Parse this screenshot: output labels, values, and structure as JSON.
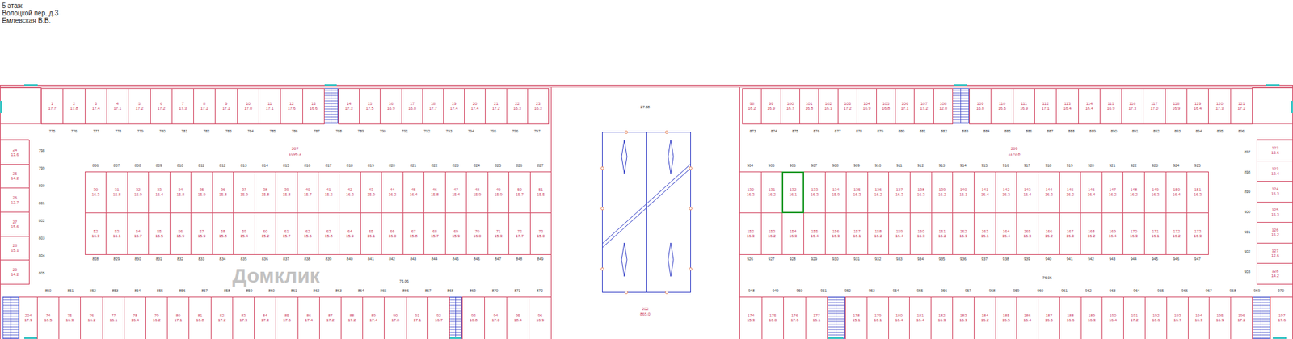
{
  "diagram": {
    "title": "5 этаж",
    "nodes": [
      {
        "text": [
          "1",
          "17.7"
        ]
      },
      {
        "text": [
          "2",
          "17.8"
        ]
      },
      {
        "text": [
          "3",
          "17.4"
        ]
      },
      {
        "text": [
          "4",
          "17.1"
        ]
      },
      {
        "text": [
          "5",
          "17.2"
        ]
      },
      {
        "text": [
          "6",
          "17.2"
        ]
      },
      {
        "text": [
          "7",
          "17.3"
        ]
      },
      {
        "text": [
          "8",
          "17.2"
        ]
      },
      {
        "text": [
          "9",
          "17.2"
        ]
      },
      {
        "text": [
          "10",
          "17.0"
        ]
      },
      {
        "text": [
          "11",
          "17.1"
        ]
      },
      {
        "text": [
          "12",
          "17.6"
        ]
      },
      {
        "text": [
          "13",
          "16.6"
        ]
      },
      {
        "text": [
          "14",
          "17.3"
        ]
      },
      {
        "text": [
          "15",
          "17.5"
        ]
      },
      {
        "text": [
          "16",
          "16.9"
        ]
      },
      {
        "text": [
          "17",
          "16.8"
        ]
      },
      {
        "text": [
          "18",
          "17.7"
        ]
      },
      {
        "text": [
          "19",
          "17.4"
        ]
      },
      {
        "text": [
          "20",
          "17.4"
        ]
      },
      {
        "text": [
          "21",
          "17.2"
        ]
      },
      {
        "text": [
          "22",
          "16.3"
        ]
      },
      {
        "text": [
          "23",
          "16.3"
        ]
      },
      {
        "text": [
          "98",
          "16.2"
        ]
      },
      {
        "text": [
          "99",
          "16.9"
        ]
      },
      {
        "text": [
          "100",
          "16.7"
        ]
      },
      {
        "text": [
          "101",
          "16.8"
        ]
      },
      {
        "text": [
          "102",
          "16.3"
        ]
      },
      {
        "text": [
          "103",
          "17.2"
        ]
      },
      {
        "text": [
          "104",
          "16.9"
        ]
      },
      {
        "text": [
          "105",
          "16.8"
        ]
      },
      {
        "text": [
          "106",
          "17.1"
        ]
      },
      {
        "text": [
          "107",
          "17.2"
        ]
      },
      {
        "text": [
          "108",
          "12.0"
        ]
      },
      {
        "text": [
          "109",
          "16.8"
        ]
      },
      {
        "text": [
          "110",
          "16.6"
        ]
      },
      {
        "text": [
          "111",
          "16.9"
        ]
      },
      {
        "text": [
          "112",
          "17.1"
        ]
      },
      {
        "text": [
          "113",
          "16.4"
        ]
      },
      {
        "text": [
          "114",
          "16.4"
        ]
      },
      {
        "text": [
          "115",
          "16.9"
        ]
      },
      {
        "text": [
          "116",
          "17.3"
        ]
      },
      {
        "text": [
          "117",
          "17.0"
        ]
      },
      {
        "text": [
          "118",
          "16.9"
        ]
      },
      {
        "text": [
          "119",
          "16.4"
        ]
      },
      {
        "text": [
          "120",
          "17.3"
        ]
      },
      {
        "text": [
          "121",
          "17.2"
        ]
      },
      {
        "text": [
          "24",
          "13.6"
        ]
      },
      {
        "text": [
          "25",
          "14.2"
        ]
      },
      {
        "text": [
          "26",
          "12.7"
        ]
      },
      {
        "text": [
          "27",
          "15.6"
        ]
      },
      {
        "text": [
          "28",
          "15.1"
        ]
      },
      {
        "text": [
          "29",
          "14.2"
        ]
      },
      {
        "text": [
          "122",
          "13.6"
        ]
      },
      {
        "text": [
          "123",
          "13.4"
        ]
      },
      {
        "text": [
          "124",
          "15.3"
        ]
      },
      {
        "text": [
          "125",
          "15.3"
        ]
      },
      {
        "text": [
          "126",
          "15.2"
        ]
      },
      {
        "text": [
          "127",
          "12.6"
        ]
      },
      {
        "text": [
          "128",
          "14.2"
        ]
      },
      {
        "text": [
          "30",
          "16.3"
        ]
      },
      {
        "text": [
          "31",
          "15.8"
        ]
      },
      {
        "text": [
          "32",
          "15.9"
        ]
      },
      {
        "text": [
          "33",
          "16.4"
        ]
      },
      {
        "text": [
          "34",
          "15.8"
        ]
      },
      {
        "text": [
          "35",
          "15.9"
        ]
      },
      {
        "text": [
          "36",
          "15.8"
        ]
      },
      {
        "text": [
          "37",
          "15.9"
        ]
      },
      {
        "text": [
          "38",
          "15.8"
        ]
      },
      {
        "text": [
          "39",
          "15.8"
        ]
      },
      {
        "text": [
          "40",
          "15.7"
        ]
      },
      {
        "text": [
          "41",
          "15.2"
        ]
      },
      {
        "text": [
          "42",
          "16.3"
        ]
      },
      {
        "text": [
          "43",
          "15.9"
        ]
      },
      {
        "text": [
          "44",
          "16.2"
        ]
      },
      {
        "text": [
          "45",
          "16.4"
        ]
      },
      {
        "text": [
          "46",
          "15.8"
        ]
      },
      {
        "text": [
          "47",
          "15.4"
        ]
      },
      {
        "text": [
          "48",
          "15.9"
        ]
      },
      {
        "text": [
          "49",
          "15.9"
        ]
      },
      {
        "text": [
          "50",
          "15.7"
        ]
      },
      {
        "text": [
          "51",
          "15.5"
        ]
      },
      {
        "text": [
          "130",
          "16.3"
        ]
      },
      {
        "text": [
          "131",
          "16.2"
        ]
      },
      {
        "text": [
          "132",
          "16.1"
        ]
      },
      {
        "text": [
          "133",
          "16.3"
        ]
      },
      {
        "text": [
          "134",
          "15.9"
        ]
      },
      {
        "text": [
          "135",
          "16.3"
        ]
      },
      {
        "text": [
          "136",
          "16.2"
        ]
      },
      {
        "text": [
          "137",
          "16.3"
        ]
      },
      {
        "text": [
          "138",
          "16.3"
        ]
      },
      {
        "text": [
          "139",
          "16.2"
        ]
      },
      {
        "text": [
          "140",
          "16.1"
        ]
      },
      {
        "text": [
          "141",
          "16.4"
        ]
      },
      {
        "text": [
          "142",
          "16.3"
        ]
      },
      {
        "text": [
          "143",
          "16.4"
        ]
      },
      {
        "text": [
          "144",
          "16.3"
        ]
      },
      {
        "text": [
          "145",
          "16.2"
        ]
      },
      {
        "text": [
          "146",
          "16.4"
        ]
      },
      {
        "text": [
          "147",
          "16.2"
        ]
      },
      {
        "text": [
          "148",
          "16.2"
        ]
      },
      {
        "text": [
          "149",
          "16.3"
        ]
      },
      {
        "text": [
          "150",
          "16.4"
        ]
      },
      {
        "text": [
          "151",
          "16.3"
        ]
      },
      {
        "text": [
          "52",
          "16.3"
        ]
      },
      {
        "text": [
          "53",
          "16.1"
        ]
      },
      {
        "text": [
          "54",
          "15.7"
        ]
      },
      {
        "text": [
          "55",
          "15.5"
        ]
      },
      {
        "text": [
          "56",
          "15.9"
        ]
      },
      {
        "text": [
          "57",
          "15.9"
        ]
      },
      {
        "text": [
          "58",
          "15.8"
        ]
      },
      {
        "text": [
          "59",
          "15.4"
        ]
      },
      {
        "text": [
          "60",
          "15.2"
        ]
      },
      {
        "text": [
          "61",
          "15.7"
        ]
      },
      {
        "text": [
          "62",
          "15.6"
        ]
      },
      {
        "text": [
          "63",
          "15.8"
        ]
      },
      {
        "text": [
          "64",
          "15.9"
        ]
      },
      {
        "text": [
          "65",
          "16.1"
        ]
      },
      {
        "text": [
          "66",
          "16.0"
        ]
      },
      {
        "text": [
          "67",
          "15.8"
        ]
      },
      {
        "text": [
          "68",
          "15.7"
        ]
      },
      {
        "text": [
          "69",
          "15.9"
        ]
      },
      {
        "text": [
          "70",
          "16.0"
        ]
      },
      {
        "text": [
          "71",
          "15.3"
        ]
      },
      {
        "text": [
          "72",
          "17.7"
        ]
      },
      {
        "text": [
          "73",
          "15.0"
        ]
      },
      {
        "text": [
          "152",
          "16.3"
        ]
      },
      {
        "text": [
          "153",
          "16.2"
        ]
      },
      {
        "text": [
          "154",
          "16.3"
        ]
      },
      {
        "text": [
          "155",
          "16.4"
        ]
      },
      {
        "text": [
          "156",
          "16.3"
        ]
      },
      {
        "text": [
          "157",
          "16.1"
        ]
      },
      {
        "text": [
          "158",
          "16.2"
        ]
      },
      {
        "text": [
          "159",
          "16.4"
        ]
      },
      {
        "text": [
          "160",
          "16.3"
        ]
      },
      {
        "text": [
          "161",
          "16.2"
        ]
      },
      {
        "text": [
          "162",
          "16.3"
        ]
      },
      {
        "text": [
          "163",
          "16.1"
        ]
      },
      {
        "text": [
          "164",
          "16.4"
        ]
      },
      {
        "text": [
          "165",
          "16.3"
        ]
      },
      {
        "text": [
          "166",
          "16.2"
        ]
      },
      {
        "text": [
          "167",
          "16.3"
        ]
      },
      {
        "text": [
          "168",
          "16.2"
        ]
      },
      {
        "text": [
          "169",
          "16.4"
        ]
      },
      {
        "text": [
          "170",
          "16.3"
        ]
      },
      {
        "text": [
          "171",
          "16.1"
        ]
      },
      {
        "text": [
          "172",
          "16.2"
        ]
      },
      {
        "text": [
          "173",
          "16.3"
        ]
      },
      {
        "text": [
          "204",
          "17.9"
        ]
      },
      {
        "text": [
          "74",
          "16.5"
        ]
      },
      {
        "text": [
          "75",
          "16.3"
        ]
      },
      {
        "text": [
          "76",
          "16.2"
        ]
      },
      {
        "text": [
          "77",
          "16.1"
        ]
      },
      {
        "text": [
          "78",
          "16.4"
        ]
      },
      {
        "text": [
          "79",
          "16.2"
        ]
      },
      {
        "text": [
          "80",
          "17.1"
        ]
      },
      {
        "text": [
          "81",
          "16.8"
        ]
      },
      {
        "text": [
          "82",
          "17.2"
        ]
      },
      {
        "text": [
          "83",
          "17.3"
        ]
      },
      {
        "text": [
          "84",
          "17.3"
        ]
      },
      {
        "text": [
          "85",
          "17.6"
        ]
      },
      {
        "text": [
          "86",
          "17.4"
        ]
      },
      {
        "text": [
          "87",
          "17.2"
        ]
      },
      {
        "text": [
          "88",
          "17.2"
        ]
      },
      {
        "text": [
          "89",
          "17.4"
        ]
      },
      {
        "text": [
          "90",
          "17.8"
        ]
      },
      {
        "text": [
          "91",
          "17.1"
        ]
      },
      {
        "text": [
          "92",
          "16.7"
        ]
      },
      {
        "text": [
          "93",
          "16.8"
        ]
      },
      {
        "text": [
          "94",
          "17.0"
        ]
      },
      {
        "text": [
          "95",
          "18.4"
        ]
      },
      {
        "text": [
          "96",
          "16.9"
        ]
      },
      {
        "text": [
          "174",
          "15.3"
        ]
      },
      {
        "text": [
          "175",
          "16.0"
        ]
      },
      {
        "text": [
          "176",
          "17.6"
        ]
      },
      {
        "text": [
          "177",
          "16.1"
        ]
      },
      {
        "text": [
          "178",
          "15.1"
        ]
      },
      {
        "text": [
          "179",
          "16.1"
        ]
      },
      {
        "text": [
          "180",
          "16.4"
        ]
      },
      {
        "text": [
          "181",
          "16.4"
        ]
      },
      {
        "text": [
          "182",
          "16.3"
        ]
      },
      {
        "text": [
          "183",
          "16.3"
        ]
      },
      {
        "text": [
          "184",
          "16.2"
        ]
      },
      {
        "text": [
          "185",
          "16.5"
        ]
      },
      {
        "text": [
          "186",
          "16.4"
        ]
      },
      {
        "text": [
          "187",
          "16.5"
        ]
      },
      {
        "text": [
          "188",
          "16.6"
        ]
      },
      {
        "text": [
          "189",
          "16.3"
        ]
      },
      {
        "text": [
          "190",
          "16.4"
        ]
      },
      {
        "text": [
          "191",
          "17.2"
        ]
      },
      {
        "text": [
          "192",
          "16.6"
        ]
      },
      {
        "text": [
          "193",
          "16.7"
        ]
      },
      {
        "text": [
          "194",
          "16.3"
        ]
      },
      {
        "text": [
          "195",
          "16.9"
        ]
      },
      {
        "text": [
          "196",
          "17.2"
        ]
      },
      {
        "text": [
          "197",
          "17.6"
        ]
      }
    ],
    "labels": [
      "Волоцкой пер. д.3",
      "Емлевская В.В.",
      "Домклик",
      "207",
      "1096.3",
      "209",
      "1170.8",
      "202",
      "865.0",
      "27.38",
      "76.06",
      "76.06",
      "775",
      "776",
      "777",
      "778",
      "779",
      "780",
      "781",
      "782",
      "783",
      "784",
      "785",
      "786",
      "787",
      "788",
      "789",
      "790",
      "791",
      "792",
      "793",
      "794",
      "795",
      "796",
      "797",
      "798",
      "799",
      "800",
      "801",
      "802",
      "803",
      "804",
      "805",
      "806",
      "807",
      "808",
      "809",
      "810",
      "811",
      "812",
      "813",
      "814",
      "815",
      "816",
      "817",
      "818",
      "819",
      "820",
      "821",
      "822",
      "823",
      "824",
      "825",
      "826",
      "827",
      "828",
      "829",
      "830",
      "831",
      "832",
      "833",
      "834",
      "835",
      "836",
      "837",
      "838",
      "839",
      "840",
      "841",
      "842",
      "843",
      "844",
      "845",
      "846",
      "847",
      "848",
      "849",
      "850",
      "851",
      "852",
      "853",
      "854",
      "855",
      "856",
      "857",
      "858",
      "859",
      "860",
      "861",
      "862",
      "863",
      "864",
      "865",
      "866",
      "867",
      "868",
      "869",
      "870",
      "871",
      "872",
      "873",
      "874",
      "875",
      "876",
      "877",
      "878",
      "879",
      "880",
      "881",
      "882",
      "883",
      "884",
      "885",
      "886",
      "887",
      "888",
      "889",
      "890",
      "891",
      "892",
      "893",
      "894",
      "895",
      "896",
      "897",
      "898",
      "899",
      "900",
      "901",
      "902",
      "903",
      "904",
      "905",
      "906",
      "907",
      "908",
      "909",
      "910",
      "911",
      "912",
      "913",
      "914",
      "915",
      "916",
      "917",
      "918",
      "919",
      "920",
      "921",
      "922",
      "923",
      "924",
      "925",
      "926",
      "927",
      "928",
      "929",
      "930",
      "931",
      "932",
      "933",
      "934",
      "935",
      "936",
      "937",
      "938",
      "939",
      "940",
      "941",
      "942",
      "943",
      "944",
      "945",
      "946",
      "947",
      "948",
      "949",
      "950",
      "951",
      "952",
      "953",
      "954",
      "955",
      "956",
      "957",
      "958",
      "959",
      "960",
      "961",
      "962",
      "963",
      "964",
      "965",
      "966",
      "967",
      "968",
      "969",
      "970"
    ]
  }
}
